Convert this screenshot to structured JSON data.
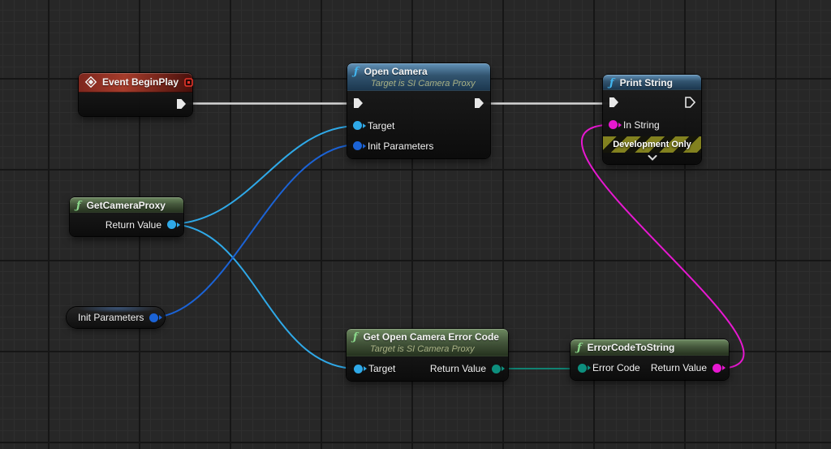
{
  "colors": {
    "bg": "#272727",
    "grid_minor": "#2e2e2e",
    "grid_major": "#161616",
    "exec": "#d6d6d6",
    "object": "#2fa9e8",
    "struct": "#1b63d6",
    "string": "#e718d1",
    "enum": "#0d8f7e",
    "hdr_blue_a": "#6394ba",
    "hdr_blue_m": "#32546f",
    "hdr_blue_b": "#1c3850",
    "hdr_green_a": "#6d8a60",
    "hdr_green_m": "#45573c",
    "hdr_green_b": "#26331f",
    "hdr_red_a": "#7d261d",
    "hdr_red_m": "#a63c2b",
    "hdr_red_b": "#470f0b",
    "fn_blue": "#41b5ee",
    "fn_green": "#8bd98b",
    "subtitle": "#a9b185",
    "devonly_stripe": "#82811f",
    "devonly_dark": "#15150a"
  },
  "icons": {
    "function_glyph": "ƒ"
  },
  "nodes": {
    "event_begin_play": {
      "title": "Event BeginPlay"
    },
    "open_camera": {
      "title": "Open Camera",
      "subtitle": "Target is SI Camera Proxy",
      "pins": {
        "target": "Target",
        "init_parameters": "Init Parameters"
      }
    },
    "print_string": {
      "title": "Print String",
      "pins": {
        "in_string": "In String"
      },
      "banner": "Development Only"
    },
    "get_camera_proxy": {
      "title": "GetCameraProxy",
      "pins": {
        "return_value": "Return Value"
      }
    },
    "init_parameters_var": {
      "title": "Init Parameters"
    },
    "get_open_camera_error_code": {
      "title": "Get Open Camera Error Code",
      "subtitle": "Target is SI Camera Proxy",
      "pins": {
        "target": "Target",
        "return_value": "Return Value"
      }
    },
    "error_code_to_string": {
      "title": "ErrorCodeToString",
      "pins": {
        "error_code": "Error Code",
        "return_value": "Return Value"
      }
    }
  },
  "wires": [
    {
      "from": "Event BeginPlay exec",
      "to": "Open Camera exec in",
      "type": "exec"
    },
    {
      "from": "Open Camera exec out",
      "to": "Print String exec in",
      "type": "exec"
    },
    {
      "from": "GetCameraProxy.Return Value",
      "to": "Open Camera.Target",
      "type": "object"
    },
    {
      "from": "GetCameraProxy.Return Value",
      "to": "Get Open Camera Error Code.Target",
      "type": "object"
    },
    {
      "from": "Init Parameters",
      "to": "Open Camera.Init Parameters",
      "type": "struct"
    },
    {
      "from": "Get Open Camera Error Code.Return Value",
      "to": "ErrorCodeToString.Error Code",
      "type": "enum"
    },
    {
      "from": "ErrorCodeToString.Return Value",
      "to": "Print String.In String",
      "type": "string"
    }
  ]
}
